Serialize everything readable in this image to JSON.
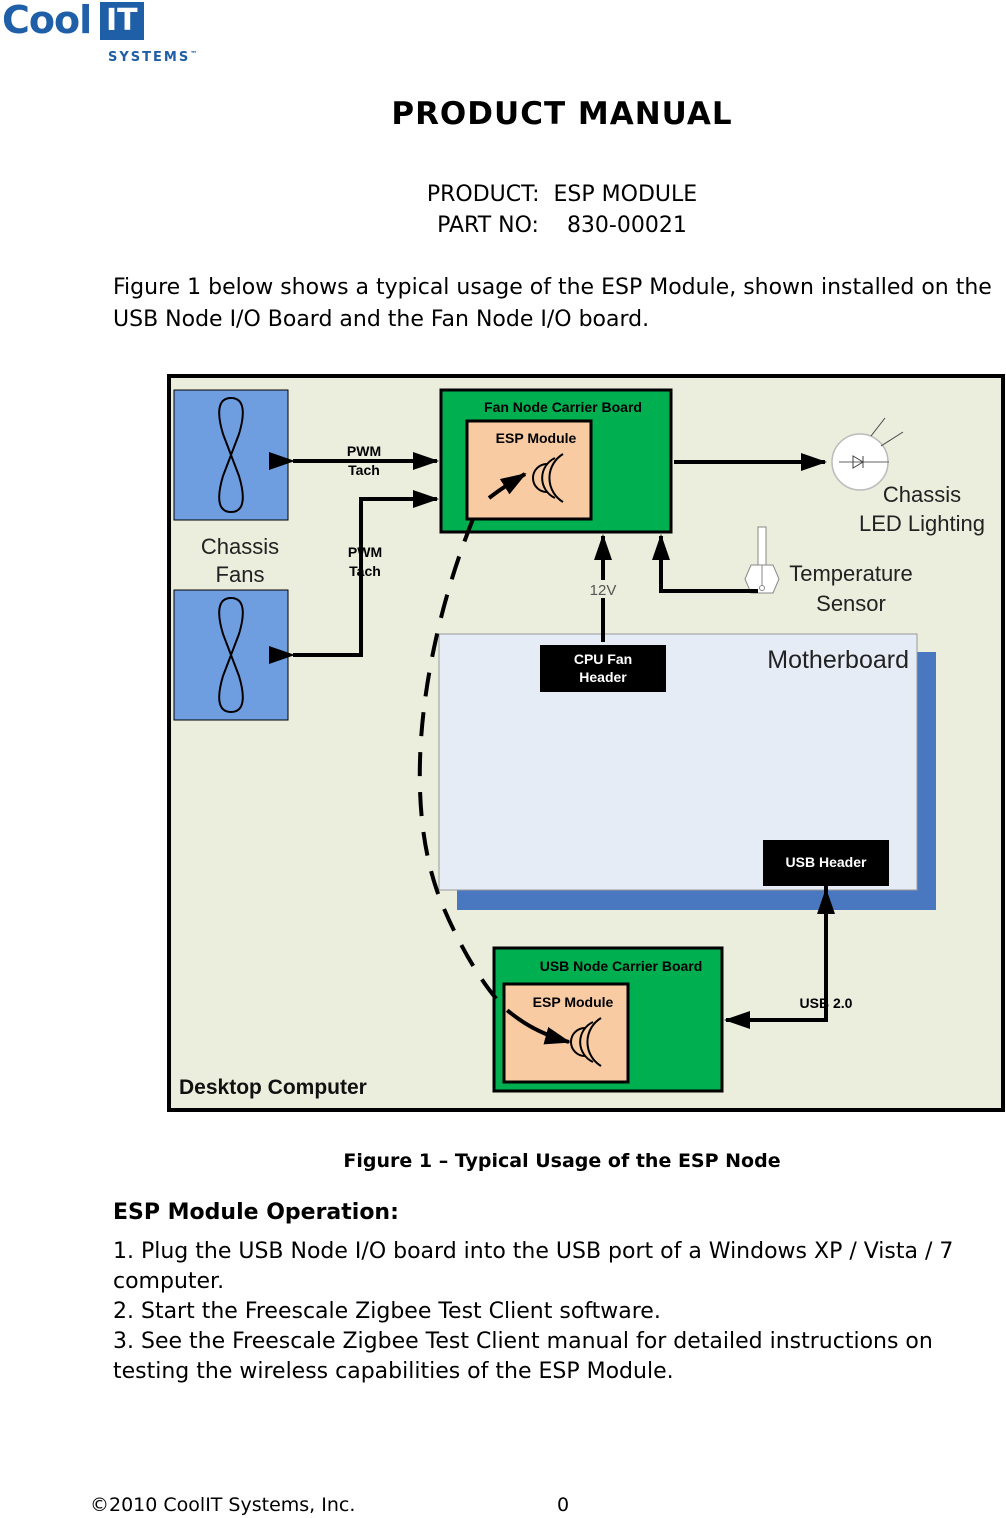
{
  "logo": {
    "part1": "Cool",
    "part2": "IT",
    "part3": "SYSTEMS",
    "tm": "™"
  },
  "title": "PRODUCT MANUAL",
  "product_line": "PRODUCT:  ESP MODULE",
  "part_line": "PART NO:    830-00021",
  "intro": "Figure 1 below shows a typical usage of the ESP Module, shown installed on the USB Node I/O Board and the Fan Node I/O board.",
  "figure": {
    "fan_board_label": "Fan Node Carrier Board",
    "esp_top_label": "ESP Module",
    "pwm_tach_1": [
      "PWM",
      "Tach"
    ],
    "pwm_tach_2": [
      "PWM",
      "Tach"
    ],
    "chassis_fans": [
      "Chassis",
      "Fans"
    ],
    "chassis_led": [
      "Chassis",
      "LED Lighting"
    ],
    "temp_sensor": [
      "Temperature",
      "Sensor"
    ],
    "v12": "12V",
    "cpu_header": [
      "CPU Fan",
      "Header"
    ],
    "motherboard": "Motherboard",
    "usb_header": "USB Header",
    "usb_board_label": "USB Node Carrier Board",
    "esp_bottom_label": "ESP Module",
    "usb20": "USB 2.0",
    "desktop": "Desktop Computer",
    "colors": {
      "green": "#00b050",
      "esp": "#f8cba3",
      "fan": "#6f9ee0",
      "bg": "#ebeedd",
      "mb": "#e6ecf6",
      "mb_shadow": "#4a78c0"
    }
  },
  "caption": "Figure 1 – Typical Usage of the ESP Node",
  "operation_heading": "ESP Module Operation:",
  "steps": [
    "1. Plug the USB Node I/O board into the USB port of a Windows XP / Vista / 7 computer.",
    "2. Start the Freescale Zigbee Test Client software.",
    "3. See the Freescale Zigbee Test Client manual for detailed instructions on testing the wireless capabilities of the ESP Module."
  ],
  "footer": {
    "copyright": "©2010 CoolIT Systems, Inc.",
    "page": "0"
  }
}
